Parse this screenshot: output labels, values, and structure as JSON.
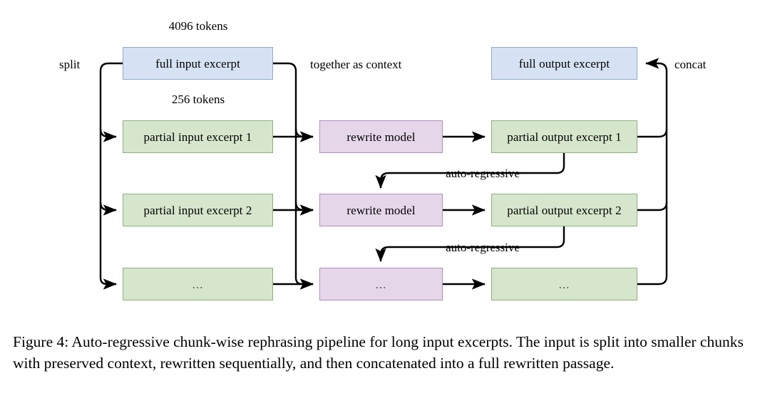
{
  "figure": {
    "caption": "Figure 4: Auto-regressive chunk-wise rephrasing pipeline for long input excerpts. The input is split into smaller chunks with preserved context, rewritten sequentially, and then concatenated into a full rewritten passage."
  },
  "diagram": {
    "type": "flowchart",
    "annotations": {
      "split": "split",
      "context": "together as context",
      "concat": "concat",
      "tokens_full": "4096 tokens",
      "tokens_partial": "256 tokens",
      "auto_regressive_1": "auto-regressive",
      "auto_regressive_2": "auto-regressive"
    },
    "colors": {
      "blue_fill": "#d6e2f4",
      "blue_border": "#8fa8cc",
      "green_fill": "#d6e6cd",
      "green_border": "#8db07c",
      "purple_fill": "#e5d6ea",
      "purple_border": "#b18ebd",
      "edge": "#000000",
      "background": "#ffffff"
    },
    "nodes": {
      "full_input": "full input excerpt",
      "partial_input_1": "partial input excerpt 1",
      "partial_input_2": "partial input excerpt 2",
      "partial_input_more": "...",
      "rewrite_model_1": "rewrite model",
      "rewrite_model_2": "rewrite model",
      "rewrite_model_more": "...",
      "partial_output_1": "partial output excerpt 1",
      "partial_output_2": "partial output excerpt 2",
      "partial_output_more": "...",
      "full_output": "full output excerpt"
    }
  }
}
